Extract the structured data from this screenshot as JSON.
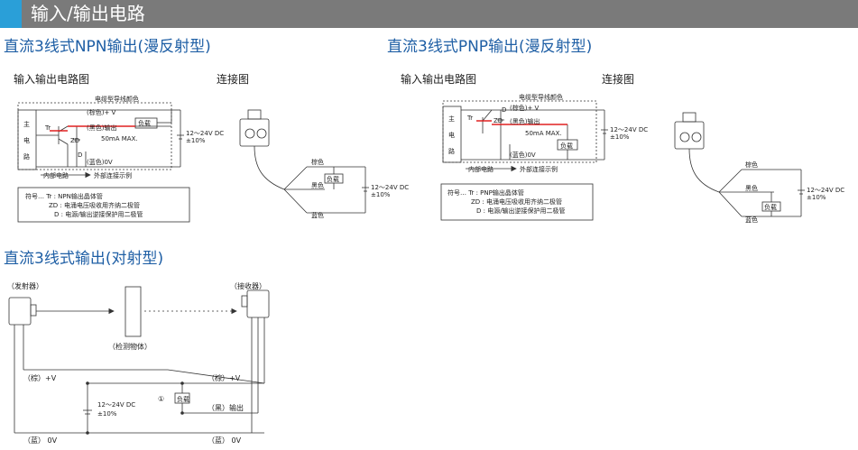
{
  "header": {
    "title": "输入/输出电路",
    "accent_color": "#2a9fd8",
    "bar_color": "#7a7a7a"
  },
  "npn": {
    "title": "直流3线式NPN输出(漫反射型)",
    "circuit_label": "输入输出电路图",
    "connection_label": "连接图",
    "cable_color_label": "电缆型导线颜色",
    "main_circuit": [
      "主",
      "电",
      "路"
    ],
    "tr": "Tr",
    "zd": "ZD",
    "d": "D",
    "brown_line": "(棕色)+ V",
    "black_line": "(黑色)输出",
    "blue_line": "(蓝色)0V",
    "max_current": "50mA MAX.",
    "load": "负载",
    "supply": "12～24V DC",
    "tolerance": "±10%",
    "internal_circuit": "内部电路",
    "external_example": "外部连接示例",
    "legend": [
      "符号… Tr : NPN输出晶体管",
      "ZD : 电涌电压吸收用齐纳二极管",
      "D : 电源/输出逆接保护用二极管"
    ],
    "conn_brown": "棕色",
    "conn_black": "黑色",
    "conn_blue": "蓝色",
    "conn_load": "负载",
    "conn_supply": "12～24V DC",
    "conn_tol": "±10%"
  },
  "pnp": {
    "title": "直流3线式PNP输出(漫反射型)",
    "circuit_label": "输入输出电路图",
    "connection_label": "连接图",
    "cable_color_label": "电缆型导线颜色",
    "main_circuit": [
      "主",
      "电",
      "路"
    ],
    "tr": "Tr",
    "zd": "ZD",
    "d": "D",
    "brown_line": "(棕色)+ V",
    "black_line": "(黑色)输出",
    "blue_line": "(蓝色)0V",
    "max_current": "50mA MAX.",
    "load": "负载",
    "supply": "12～24V DC",
    "tolerance": "±10%",
    "internal_circuit": "内部电路",
    "external_example": "外部连接示例",
    "legend": [
      "符号… Tr : PNP输出晶体管",
      "ZD : 电涌电压吸收用齐纳二极管",
      "D : 电源/输出逆接保护用二极管"
    ],
    "conn_brown": "棕色",
    "conn_black": "黑色",
    "conn_blue": "蓝色",
    "conn_load": "负载",
    "conn_supply": "12～24V DC",
    "conn_tol": "±10%"
  },
  "through": {
    "title": "直流3线式输出(对射型)",
    "emitter": "（发射器）",
    "receiver": "（接收器）",
    "object": "（检测物体）",
    "brown_left": "（棕）+V",
    "brown_right": "（棕）+V",
    "blue_left": "（蓝） 0V",
    "blue_right": "（蓝） 0V",
    "black_right": "（黑）输出",
    "load_mark": "①",
    "load": "负载",
    "supply": "12～24V DC",
    "tolerance": "±10%"
  },
  "colors": {
    "title_blue": "#1f5fa5",
    "output_red": "#e02020",
    "line": "#333333"
  }
}
